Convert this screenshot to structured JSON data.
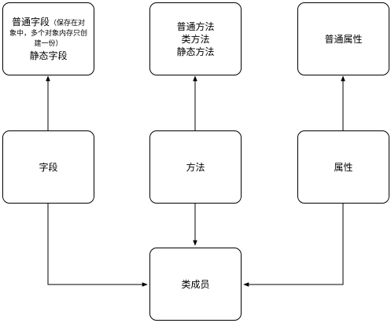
{
  "nodes": {
    "field_top": {
      "line1_main": "普通字段",
      "line1_note": "（保存在对",
      "line2": "象中，多个对象内存只创",
      "line3": "建一份）",
      "line4": "静态字段"
    },
    "method_top": {
      "line1": "普通方法",
      "line2": "类方法",
      "line3": "静态方法"
    },
    "property_top": {
      "label": "普通属性"
    },
    "field": {
      "label": "字段"
    },
    "method": {
      "label": "方法"
    },
    "property": {
      "label": "属性"
    },
    "class_member": {
      "label": "类成员"
    }
  }
}
